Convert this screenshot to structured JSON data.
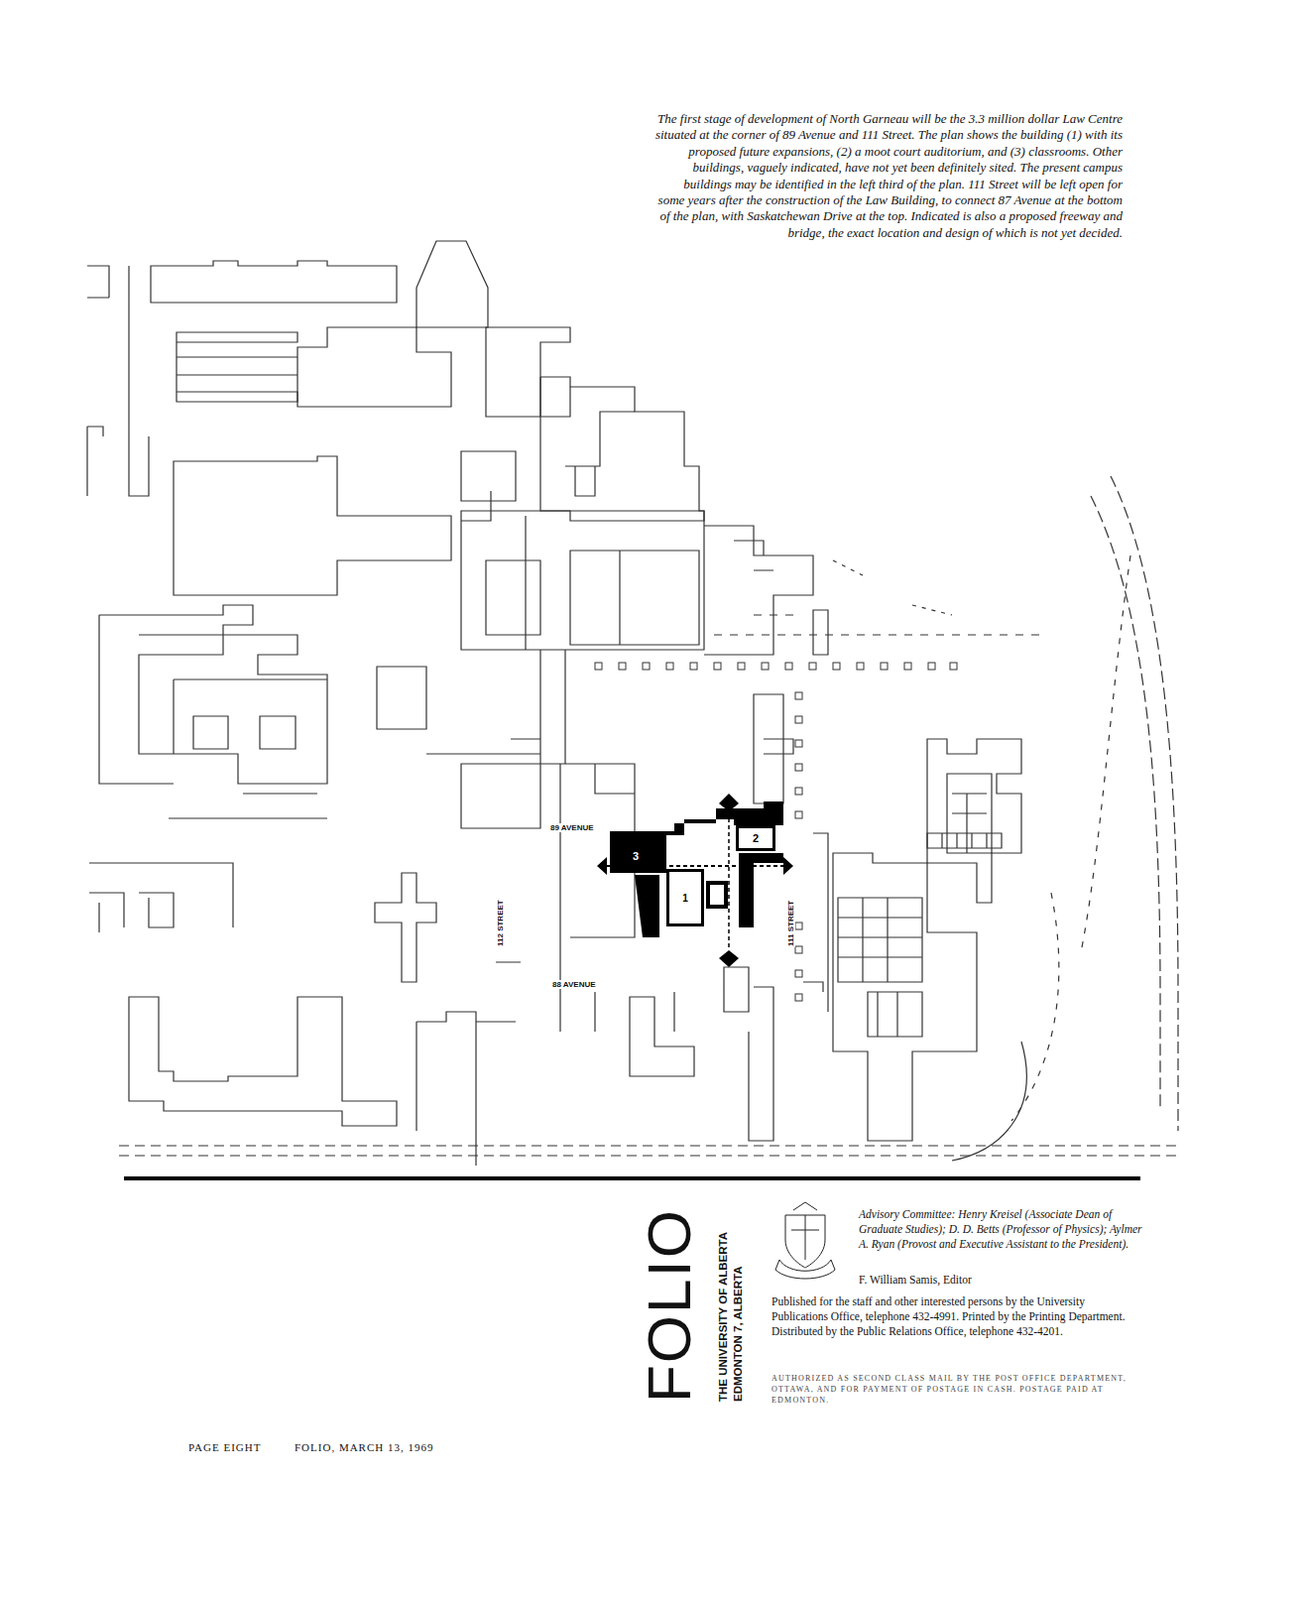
{
  "diagram": {
    "caption": "The first stage of development of North Garneau will be the 3.3 million dollar Law Centre situated at the corner of 89 Avenue and 111 Street. The plan shows the building (1) with its proposed future expansions, (2) a moot court auditorium, and (3) classrooms. Other buildings, vaguely indicated, have not yet been definitely sited. The present campus buildings may be identified in the left third of the plan. 111 Street will be left open for some years after the construction of the Law Building, to connect 87 Avenue at the bottom of the plan, with Saskatchewan Drive at the top. Indicated is also a proposed freeway and bridge, the exact location and design of which is not yet decided.",
    "nodes": [
      {
        "text": [
          "3"
        ]
      },
      {
        "text": [
          "2"
        ]
      },
      {
        "text": [
          "1"
        ]
      }
    ],
    "labels": [
      "89 AVENUE",
      "88 AVENUE",
      "112 STREET",
      "111 STREET",
      "FOLIO",
      "THE UNIVERSITY OF ALBERTA",
      "EDMONTON 7, ALBERTA",
      "Advisory Committee: Henry Kreisel (Associate Dean of Graduate Studies); D. D. Betts (Professor of Physics); Aylmer A. Ryan (Provost and Executive Assistant to the President).",
      "F. William Samis, Editor",
      "Published for the staff and other interested persons by the University Publications Office, telephone 432-4991. Printed by the Printing Department. Distributed by the Public Relations Office, telephone 432-4201.",
      "AUTHORIZED AS SECOND CLASS MAIL BY THE POST OFFICE DEPARTMENT, OTTAWA, AND FOR PAYMENT OF POSTAGE IN CASH. POSTAGE PAID AT EDMONTON.",
      "PAGE EIGHT",
      "FOLIO, MARCH 13, 1969"
    ]
  }
}
